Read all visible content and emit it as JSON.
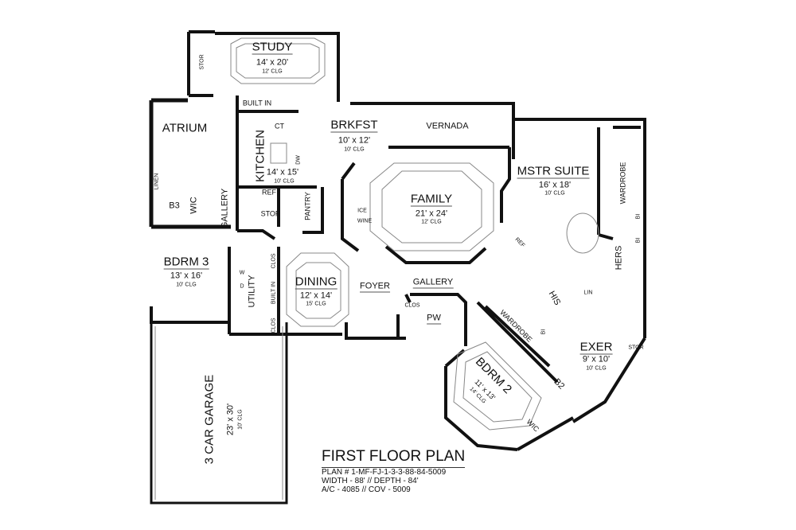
{
  "rooms": {
    "stor_top": "STOR",
    "study": {
      "name": "STUDY",
      "size": "14' x 20'",
      "clg": "12' CLG"
    },
    "built_in_kitchen": "BUILT IN",
    "atrium": "ATRIUM",
    "ct": "CT",
    "kitchen": {
      "name": "KITCHEN",
      "size": "14' x 15'",
      "clg": "10' CLG"
    },
    "dw": "DW",
    "linen": "LINEN",
    "ref_kitchen": "REF",
    "pantry": "PANTRY",
    "stor_kitchen": "STOR",
    "b3": "B3",
    "wic3": "WIC",
    "gallery_west": "GALLERY",
    "brkfst": {
      "name": "BRKFST",
      "size": "10' x 12'",
      "clg": "10' CLG"
    },
    "vernada": "VERNADA",
    "family": {
      "name": "FAMILY",
      "size": "21' x 24'",
      "clg": "12' CLG"
    },
    "ice": "ICE",
    "wine": "WINE",
    "mstr_suite": {
      "name": "MSTR SUITE",
      "size": "16' x 18'",
      "clg": "10' CLG"
    },
    "wardrobe_master": "WARDROBE",
    "bi_1": "BI",
    "bi_2": "BI",
    "ref_bar": "REF",
    "hers": "HERS",
    "his": "HIS",
    "lin": "LIN",
    "bdrm3": {
      "name": "BDRM 3",
      "size": "13' x 16'",
      "clg": "10' CLG"
    },
    "utility": "UTILITY",
    "w": "W",
    "d": "D",
    "clos_1": "CLOS",
    "built_in_dining": "BUILT IN",
    "clos_2": "CLOS",
    "dining": {
      "name": "DINING",
      "size": "12' x 14'",
      "clg": "15' CLG"
    },
    "foyer": "FOYER",
    "gallery_east": "GALLERY",
    "clos_foyer": "CLOS",
    "pw": "PW",
    "wardrobe_his": "WARDROBE",
    "bi_3": "BI",
    "exer": {
      "name": "EXER",
      "size": "9' x 10'",
      "clg": "10' CLG"
    },
    "stor_exer": "STOR",
    "bdrm2": {
      "name": "BDRM 2",
      "size": "11' x 13'",
      "clg": "14' CLG"
    },
    "b2": "B2",
    "wic2": "WIC",
    "garage": {
      "name": "3 CAR GARAGE",
      "size": "23' x 30'",
      "clg": "10' CLG"
    }
  },
  "title_block": {
    "title": "FIRST FLOOR PLAN",
    "plan_number": "PLAN # 1-MF-FJ-1-3-3-88-84-5009",
    "dimensions": "WIDTH - 88' // DEPTH - 84'",
    "area": "A/C - 4085 // COV - 5009"
  }
}
